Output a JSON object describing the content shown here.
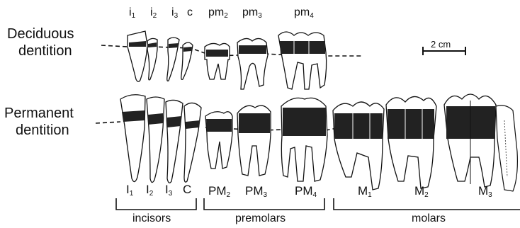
{
  "row_labels": {
    "deciduous": [
      "Deciduous",
      "dentition"
    ],
    "permanent": [
      "Permanent",
      "dentition"
    ]
  },
  "deciduous_teeth": [
    {
      "base": "i",
      "sub": "1"
    },
    {
      "base": "i",
      "sub": "2"
    },
    {
      "base": "i",
      "sub": "3"
    },
    {
      "base": "c",
      "sub": ""
    },
    {
      "base": "pm",
      "sub": "2"
    },
    {
      "base": "pm",
      "sub": "3"
    },
    {
      "base": "pm",
      "sub": "4"
    }
  ],
  "permanent_teeth": [
    {
      "base": "I",
      "sub": "1"
    },
    {
      "base": "I",
      "sub": "2"
    },
    {
      "base": "I",
      "sub": "3"
    },
    {
      "base": "C",
      "sub": ""
    },
    {
      "base": "PM",
      "sub": "2"
    },
    {
      "base": "PM",
      "sub": "3"
    },
    {
      "base": "PM",
      "sub": "4"
    },
    {
      "base": "M",
      "sub": "1"
    },
    {
      "base": "M",
      "sub": "2"
    },
    {
      "base": "M",
      "sub": "3"
    }
  ],
  "groups": {
    "incisors": "incisors",
    "premolars": "premolars",
    "molars": "molars"
  },
  "scale_bar": {
    "label": "2 cm"
  }
}
